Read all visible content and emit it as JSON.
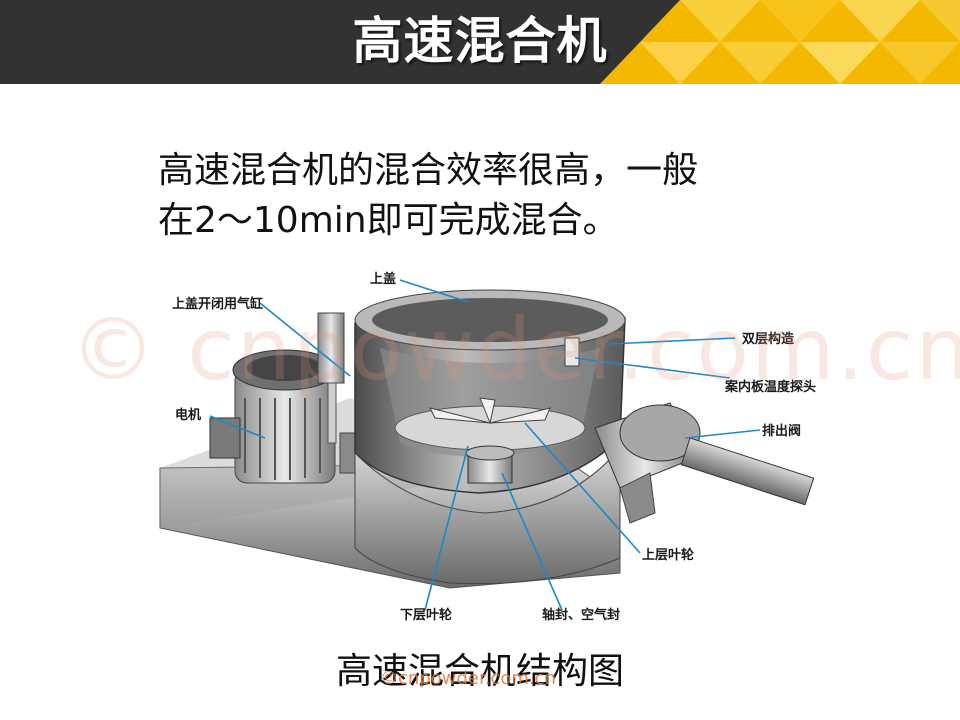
{
  "header": {
    "title": "高速混合机",
    "bar_color": "#323232",
    "accent_color": "#f5b800"
  },
  "body": {
    "line1": "高速混合机的混合效率很高，一般",
    "line2": "在2～10min即可完成混合。"
  },
  "diagram": {
    "labels": {
      "top_lid": "上盖",
      "lid_cylinder": "上盖开闭用气缸",
      "motor": "电机",
      "double_layer": "双层构造",
      "temp_probe": "案内板温度探头",
      "discharge_valve": "排出阀",
      "upper_impeller": "上层叶轮",
      "lower_impeller": "下层叶轮",
      "shaft_seal": "轴封、空气封"
    },
    "line_color": "#1e88c8"
  },
  "caption": "高速混合机结构图",
  "watermarks": {
    "large": "© cnpowder.com.cn",
    "small": "©cnpowder.com.cn"
  }
}
